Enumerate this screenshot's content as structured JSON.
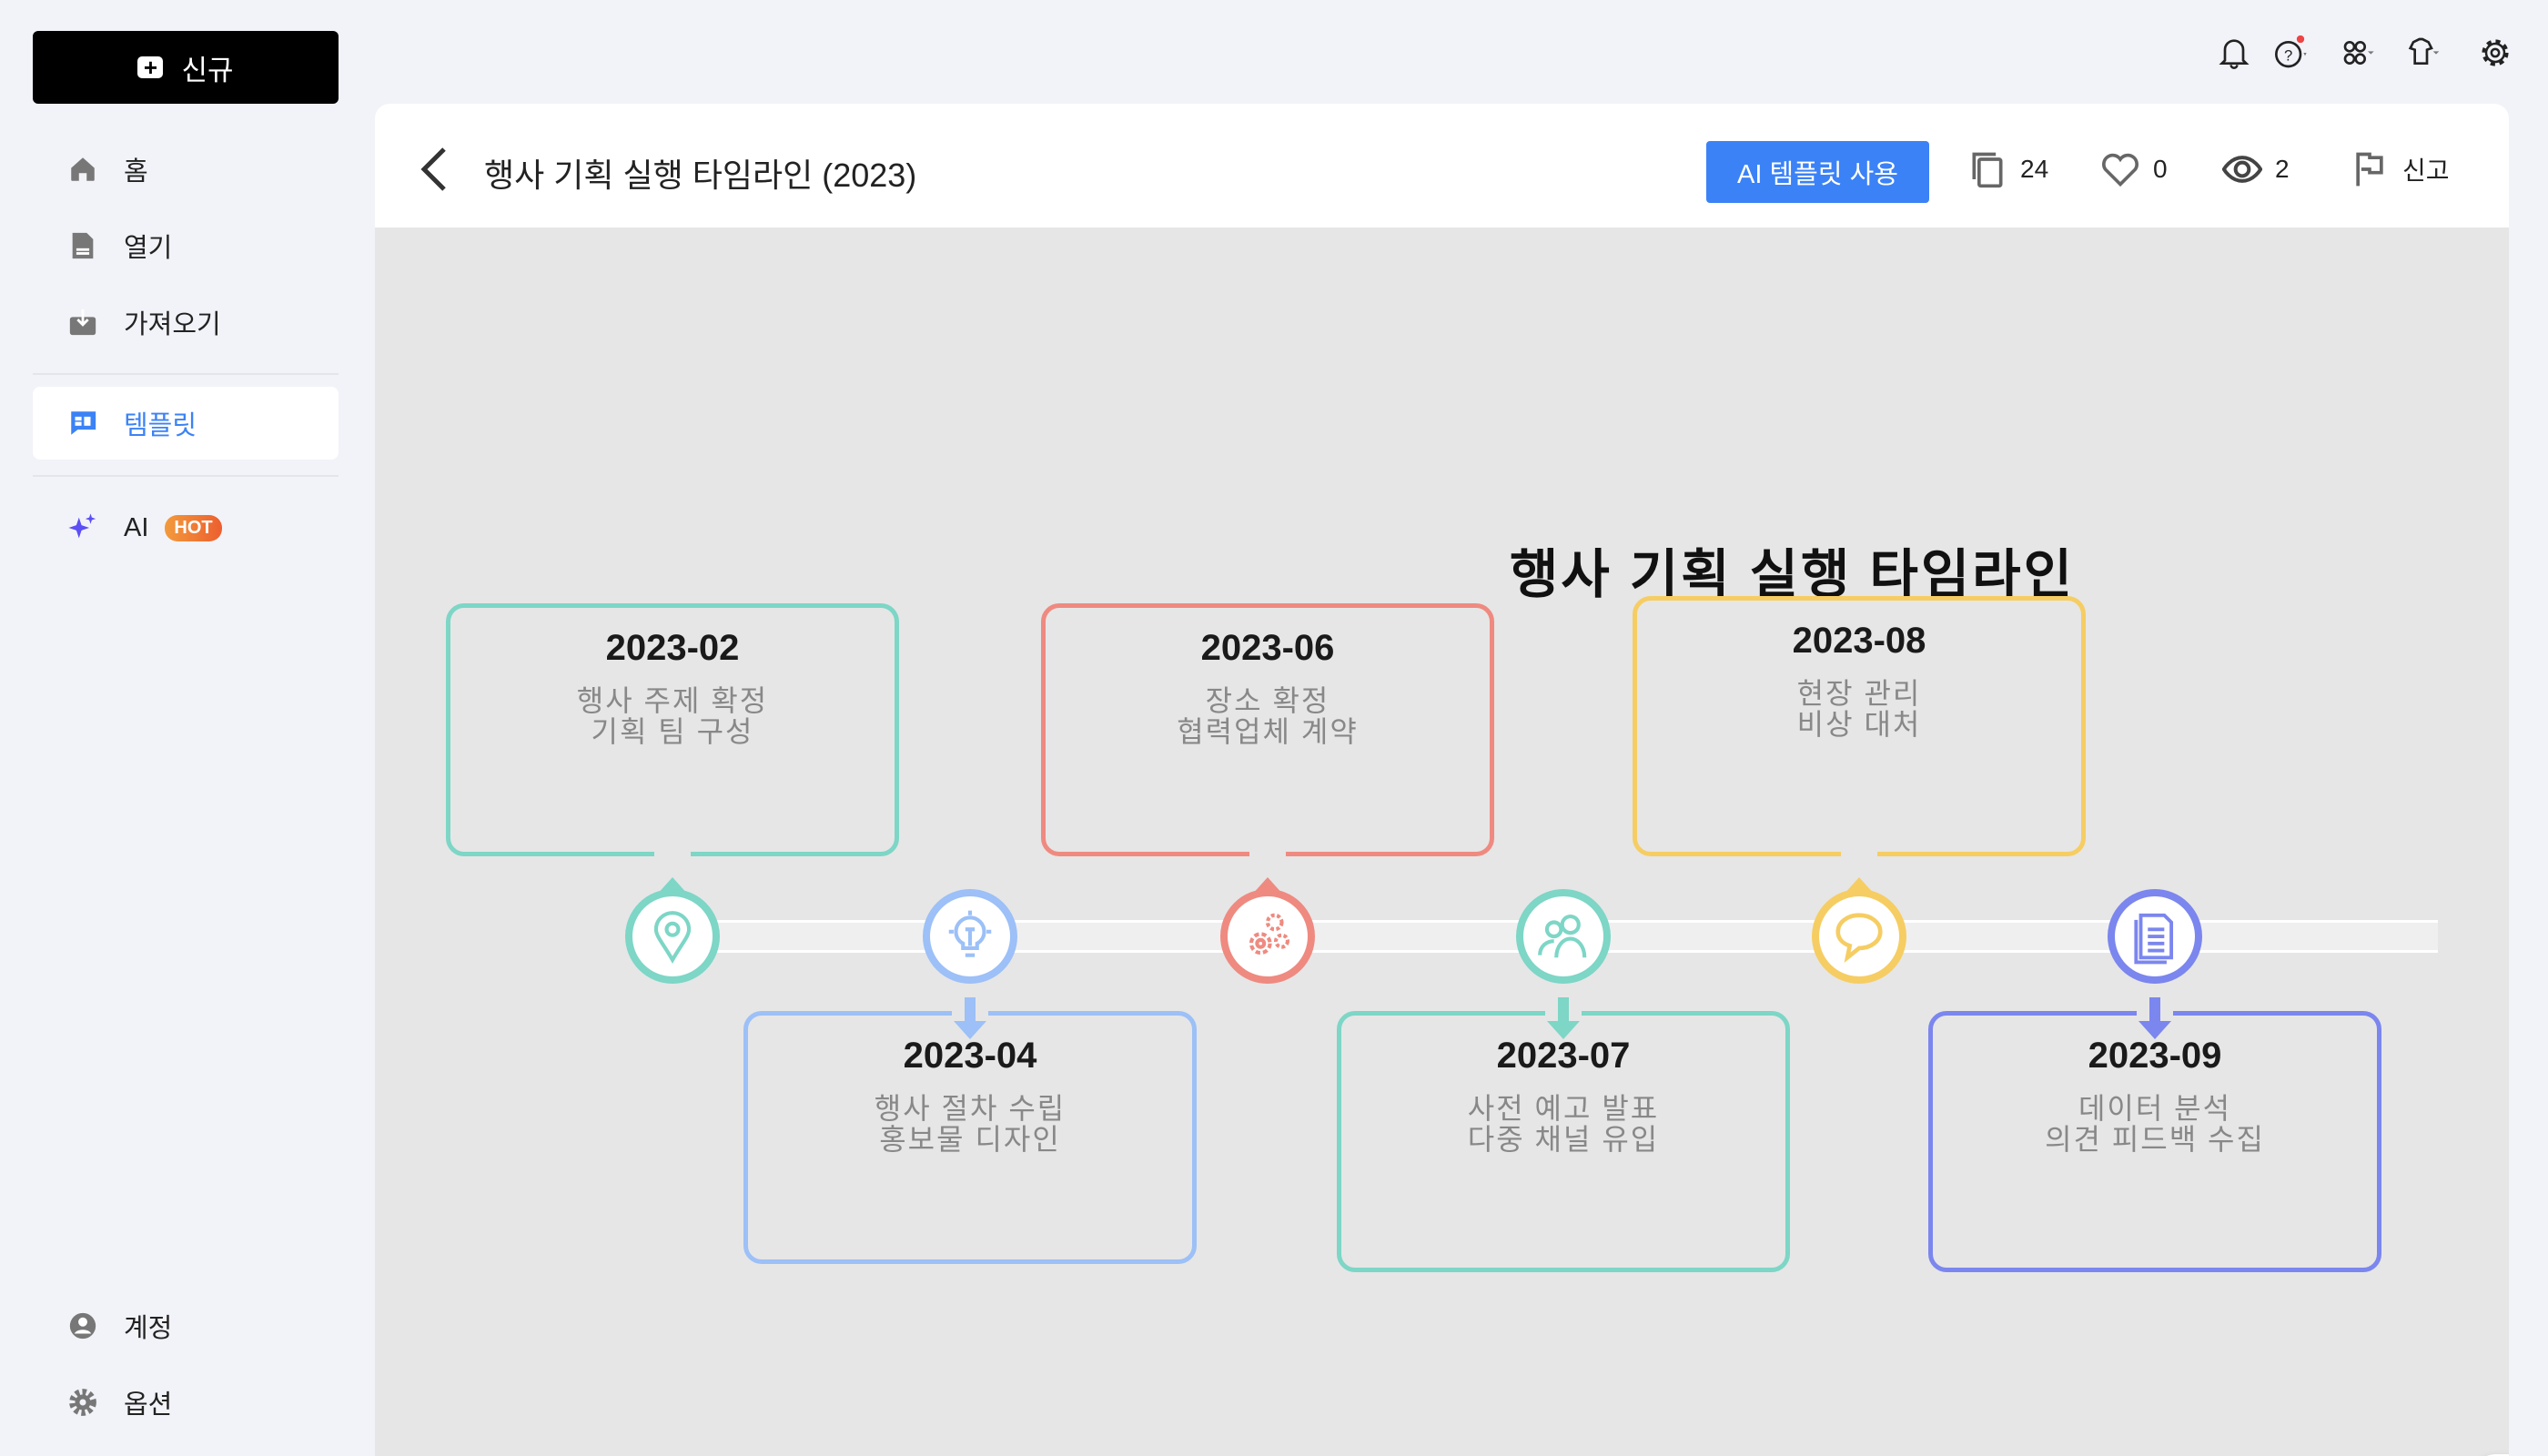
{
  "sidebar": {
    "new_label": "신규",
    "items": [
      {
        "label": "홈",
        "icon": "home-icon"
      },
      {
        "label": "열기",
        "icon": "file-icon"
      },
      {
        "label": "가져오기",
        "icon": "import-icon"
      },
      {
        "label": "템플릿",
        "icon": "template-icon",
        "active": true
      },
      {
        "label": "AI",
        "icon": "sparkle-icon",
        "badge": "HOT"
      }
    ],
    "bottom": [
      {
        "label": "계정",
        "icon": "account-icon"
      },
      {
        "label": "옵션",
        "icon": "gear-icon"
      }
    ]
  },
  "header": {
    "title": "행사 기획 실행 타임라인 (2023)",
    "ai_button": "AI 템플릿 사용",
    "copies": "24",
    "likes": "0",
    "views": "2",
    "report": "신고"
  },
  "canvas": {
    "title": "행사 기획 실행 타임라인",
    "milestones": [
      {
        "date": "2023-02",
        "lines": [
          "행사 주제 확정",
          "기획 팀 구성"
        ],
        "color": "#7dd6c6",
        "icon": "location-pin-icon",
        "position": "top"
      },
      {
        "date": "2023-04",
        "lines": [
          "행사 절차 수립",
          "홍보물 디자인"
        ],
        "color": "#9cc0f7",
        "icon": "lightbulb-icon",
        "position": "bottom"
      },
      {
        "date": "2023-06",
        "lines": [
          "장소 확정",
          "협력업체 계약"
        ],
        "color": "#ef8a80",
        "icon": "gears-icon",
        "position": "top"
      },
      {
        "date": "2023-07",
        "lines": [
          "사전 예고 발표",
          "다중 채널 유입"
        ],
        "color": "#7dd6c6",
        "icon": "users-icon",
        "position": "bottom"
      },
      {
        "date": "2023-08",
        "lines": [
          "현장 관리",
          "비상 대처"
        ],
        "color": "#f6cd63",
        "icon": "chat-bubble-icon",
        "position": "top"
      },
      {
        "date": "2023-09",
        "lines": [
          "데이터 분석",
          "의견 피드백 수집"
        ],
        "color": "#7b86ee",
        "icon": "document-icon",
        "position": "bottom"
      }
    ]
  },
  "zoom": {
    "level_fraction": 0.05
  },
  "colors": {
    "accent": "#3b82f6",
    "hot": "#ec5f2f"
  }
}
